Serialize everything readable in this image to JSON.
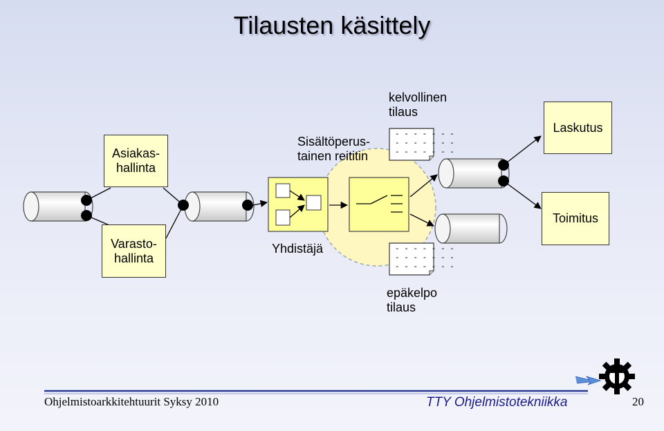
{
  "title": "Tilausten käsittely",
  "nodes": {
    "asiakashallinta": "Asiakas-\nhallinta",
    "varastohallinta": "Varasto-\nhallinta",
    "laskutus": "Laskutus",
    "toimitus": "Toimitus"
  },
  "labels": {
    "router": "Sisältöperus-\ntainen reititin",
    "aggregator": "Yhdistäjä",
    "valid_order": "kelvollinen\ntilaus",
    "invalid_order": "epäkelpo\ntilaus"
  },
  "footer": {
    "course": "Ohjelmistoarkkitehtuurit Syksy 2010",
    "organization": "TTY Ohjelmistotekniikka",
    "page": "20"
  },
  "colors": {
    "node_fill": "#ffffcc",
    "channel_fill": "#eeeeee",
    "router_circle": "#fff6c0",
    "footer_line": "#2a3a90",
    "org_text": "#1a1a8a"
  },
  "icons": {
    "logo": "gear-lightning-icon"
  }
}
